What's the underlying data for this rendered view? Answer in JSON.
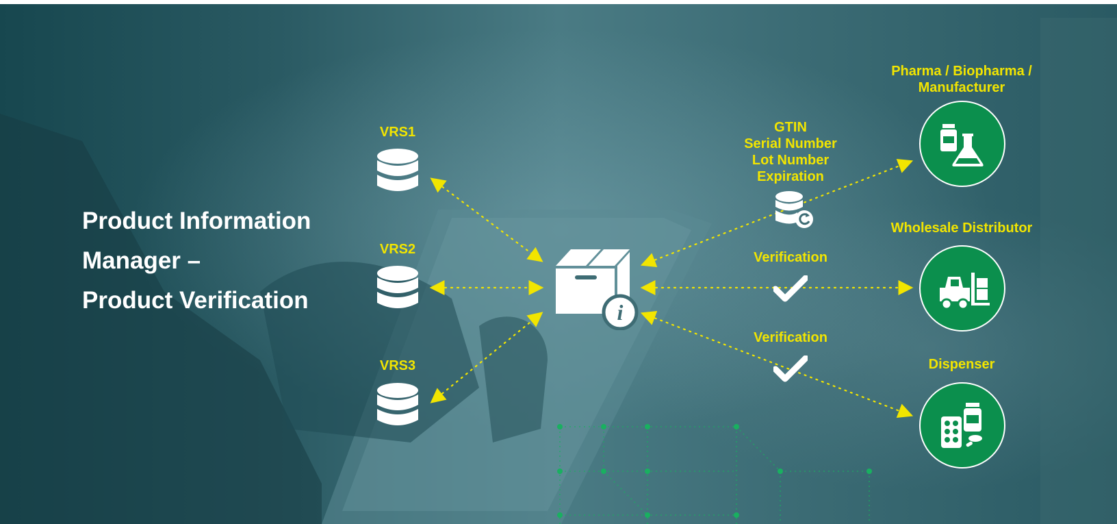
{
  "title": {
    "line1": "Product Information",
    "line2": "Manager –",
    "line3": "Product Verification"
  },
  "vrs": [
    {
      "label": "VRS1",
      "icon": "database-icon"
    },
    {
      "label": "VRS2",
      "icon": "database-icon"
    },
    {
      "label": "VRS3",
      "icon": "database-icon"
    }
  ],
  "center": {
    "icon": "product-box-info-icon"
  },
  "data_fields": {
    "lines": [
      "GTIN",
      "Serial Number",
      "Lot Number",
      "Expiration"
    ],
    "icon": "database-sync-icon"
  },
  "verifications": [
    {
      "label": "Verification",
      "icon": "checkmark-icon"
    },
    {
      "label": "Verification",
      "icon": "checkmark-icon"
    }
  ],
  "parties": [
    {
      "label_line1": "Pharma / Biopharma /",
      "label_line2": "Manufacturer",
      "icon": "pharma-flask-icon"
    },
    {
      "label": "Wholesale Distributor",
      "icon": "forklift-icon"
    },
    {
      "label": "Dispenser",
      "icon": "pills-bottle-icon"
    }
  ],
  "colors": {
    "accent_yellow": "#f2e500",
    "circle_green": "#0b8f4d",
    "background_teal": "#2a5a63",
    "text_white": "#ffffff"
  }
}
